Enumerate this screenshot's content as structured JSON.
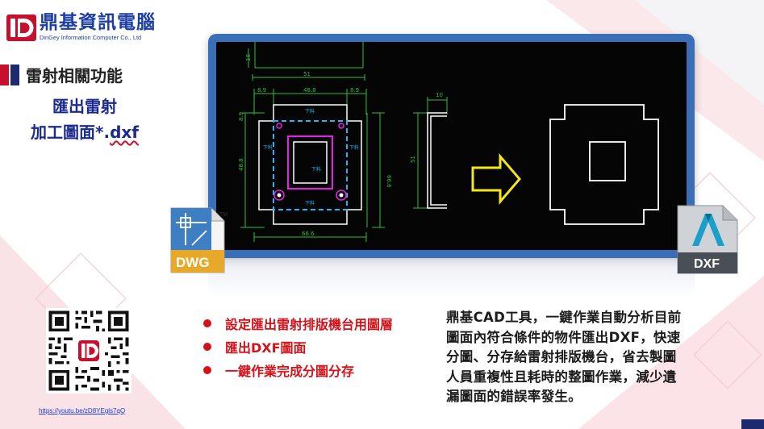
{
  "logo": {
    "name_cn": "鼎基資訊電腦",
    "name_en": "DinGey Information Computer Co., Ltd"
  },
  "section": {
    "title": "雷射相關功能"
  },
  "subtitle": {
    "line1": "匯出雷射",
    "line2_main": "加工圖面*.",
    "line2_ext": "dxf"
  },
  "cad": {
    "dims": {
      "d10_top": "10",
      "d51_top": "51",
      "d8_9_left": "8.9",
      "d48_8_top": "48.8",
      "d8_9_right": "8.9",
      "d48_8_side": "48.8",
      "d8_9_side": "8.9",
      "d66_6_side": "66.6",
      "d66_6_bottom": "66.6",
      "d10_profile": "10",
      "d51_profile": "51"
    },
    "notes": {
      "n1": "下料",
      "n2": "下料",
      "n3": "下料",
      "n4": "下料",
      "n5": "下料"
    }
  },
  "file_icons": {
    "dwg_label": "DWG",
    "dwg_tm": "TM",
    "dxf_label": "DXF"
  },
  "qr": {
    "link": "https://youtu.be/zD8YEgls7qQ"
  },
  "features": [
    "設定匯出雷射排版機台用圖層",
    "匯出DXF圖面",
    "一鍵作業完成分圖分存"
  ],
  "description": {
    "line1": "鼎基CAD工具，一鍵作業自動分析目前",
    "line2": "圖面內符合條件的物件匯出DXF，快速",
    "line3": "分圖、分存給雷射排版機台，省去製圖",
    "line4": "人員重複性且耗時的整圖作業，減少遺",
    "line5": "漏圖面的錯誤率發生。"
  },
  "colors": {
    "brand_blue": "#1d3fa4",
    "brand_red": "#c8102e",
    "monitor_frame": "#3a6fb8",
    "cad_green": "#2fbf3a",
    "cad_cyan": "#1eb6ff",
    "cad_magenta": "#e81ee8",
    "arrow_yellow": "#f2e81a"
  }
}
